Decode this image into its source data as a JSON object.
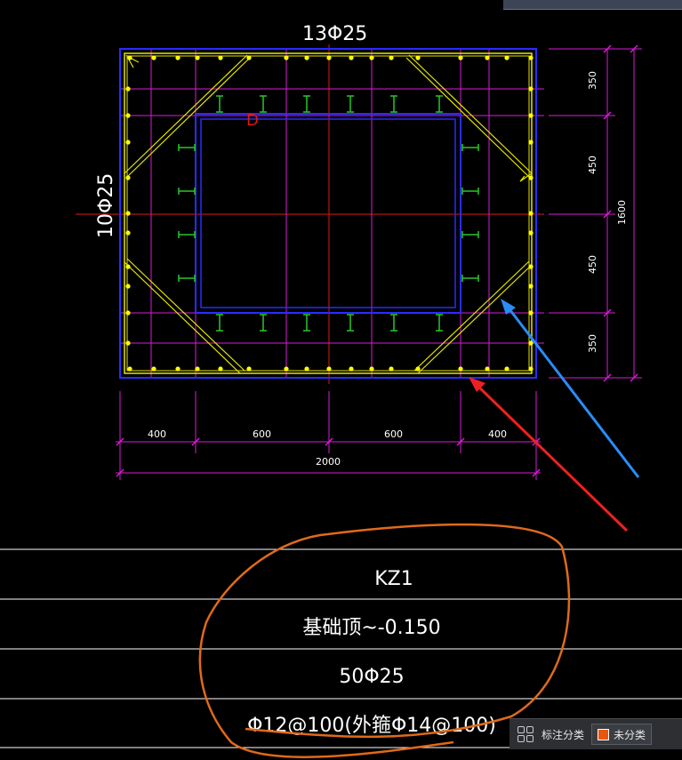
{
  "drawing": {
    "top_rebar_label": "13Φ25",
    "side_rebar_label": "10Φ25",
    "marker": "D",
    "dims_bottom": [
      "400",
      "600",
      "600",
      "400"
    ],
    "dim_total_width": "2000",
    "dims_right": [
      "350",
      "450",
      "450",
      "350"
    ],
    "dim_total_height": "1600"
  },
  "table": {
    "column_name": "KZ1",
    "elevation": "基础顶~-0.150",
    "main_rebar": "50Φ25",
    "stirrup": "Φ12@100(外箍Φ14@100)"
  },
  "statusbar": {
    "annotation_category_label": "标注分类",
    "category_value": "未分类",
    "category_color": "#e8560f"
  },
  "colors": {
    "frame": "#2b2bff",
    "rebar_line": "#e6e600",
    "dot": "#ffff00",
    "dim": "#d81bd8",
    "tie": "#29c729",
    "red": "#e11717",
    "arrow_red": "#f02020",
    "arrow_blue": "#2a8cf5",
    "circle": "#e06a1a"
  }
}
